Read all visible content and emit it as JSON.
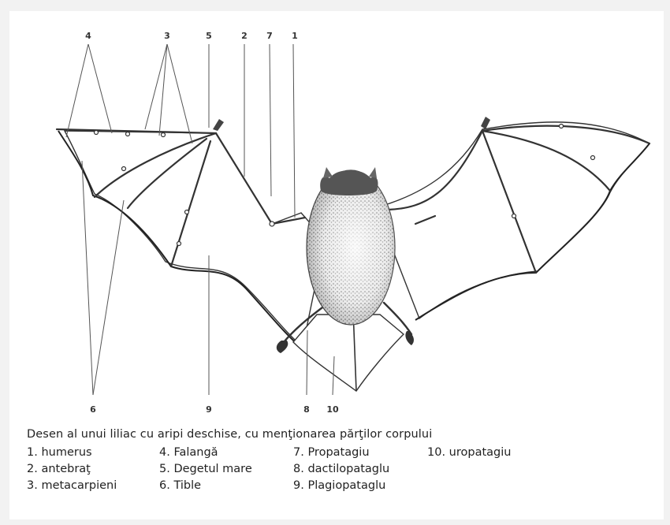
{
  "callouts": {
    "top": [
      "4",
      "3",
      "5",
      "2",
      "7",
      "1"
    ],
    "bottom": [
      "6",
      "9",
      "8",
      "10"
    ]
  },
  "caption": "Desen al unui liliac cu aripi deschise, cu menţionarea părţilor corpului",
  "legend": [
    "1. humerus",
    "2. antebraţ",
    "3. metacarpieni",
    "4. Falangă",
    "5. Degetul mare",
    "6. Tible",
    "7. Propatagiu",
    "8. dactilopataglu",
    "9. Plagiopataglu",
    "10. uropatagiu"
  ]
}
